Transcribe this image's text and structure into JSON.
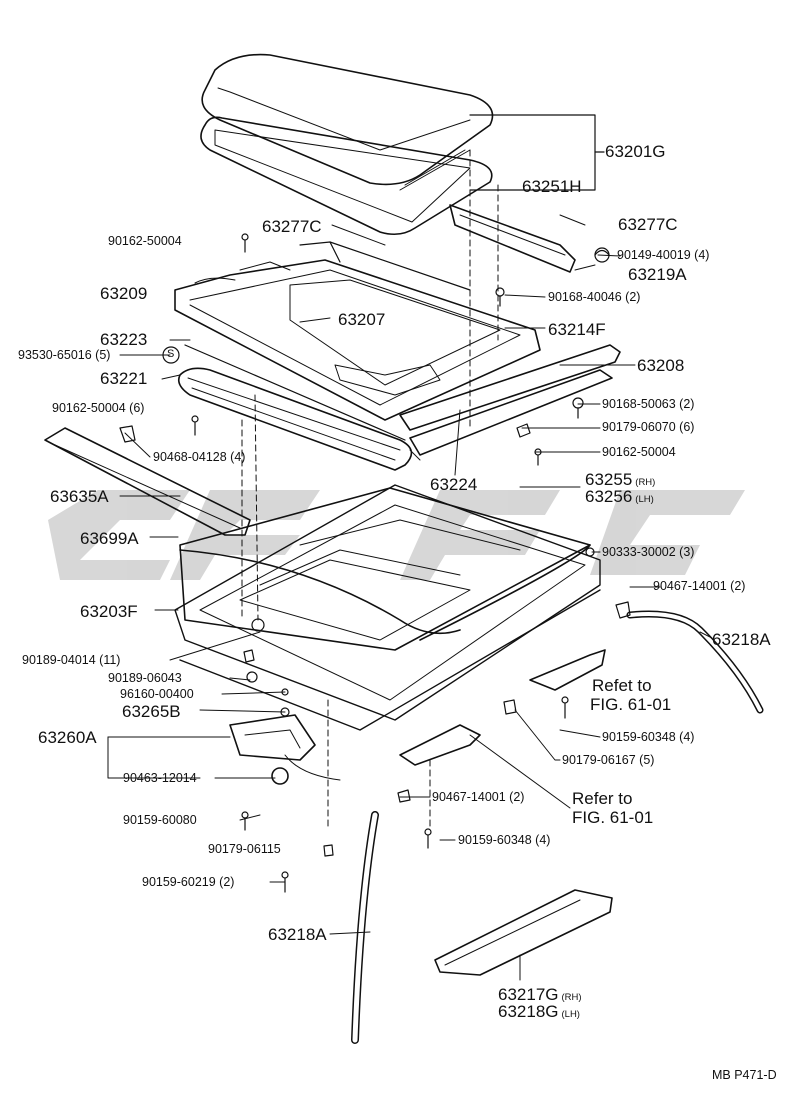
{
  "labels": {
    "p63201G": "63201G",
    "p63251H": "63251H",
    "p63277C_left": "63277C",
    "p63277C_right": "63277C",
    "p90162_50004_top": "90162-50004",
    "p90149_40019": "90149-40019 (4)",
    "p63219A": "63219A",
    "p63209": "63209",
    "p90168_40046": "90168-40046 (2)",
    "p63207": "63207",
    "p63214F": "63214F",
    "p63223": "63223",
    "p93530_65016": "93530-65016 (5)",
    "s_symbol": "S",
    "p63208": "63208",
    "p63221": "63221",
    "p90162_50004_6": "90162-50004 (6)",
    "p90168_50063": "90168-50063 (2)",
    "p90179_06070": "90179-06070 (6)",
    "p90468_04128": "90468-04128 (4)",
    "p90162_50004_right": "90162-50004",
    "p63224": "63224",
    "p63255": "63255",
    "rh1": "(RH)",
    "p63256": "63256",
    "lh1": "(LH)",
    "p63635A": "63635A",
    "p63699A": "63699A",
    "p90333_30002": "90333-30002 (3)",
    "p90467_14001_right": "90467-14001 (2)",
    "p63203F": "63203F",
    "p63218A_right": "63218A",
    "p90189_04014": "90189-04014 (11)",
    "refet_to": "Refet to",
    "fig_61_01_a": "FIG. 61-01",
    "p90189_06043": "90189-06043",
    "p96160_00400": "96160-00400",
    "p63265B": "63265B",
    "p63260A": "63260A",
    "p90159_60348_right": "90159-60348 (4)",
    "p90179_06167": "90179-06167 (5)",
    "p90463_12014": "90463-12014",
    "refer_to": "Refer to",
    "fig_61_01_b": "FIG. 61-01",
    "p90467_14001_mid": "90467-14001 (2)",
    "p90159_60080": "90159-60080",
    "p90179_06115": "90179-06115",
    "p90159_60348_mid": "90159-60348 (4)",
    "p90159_60219": "90159-60219 (2)",
    "p63218A_left": "63218A",
    "p63217G": "63217G",
    "rh2": "(RH)",
    "p63218G": "63218G",
    "lh2": "(LH)",
    "footer": "MB  P471-D"
  },
  "watermark": {
    "color": "#c9c9c9"
  }
}
